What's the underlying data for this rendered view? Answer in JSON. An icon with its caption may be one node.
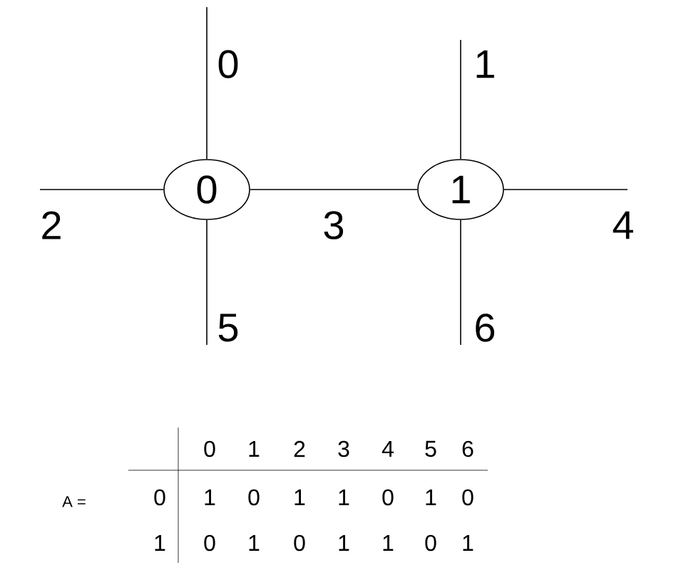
{
  "diagram": {
    "nodes": [
      {
        "text": [
          "0"
        ]
      },
      {
        "text": [
          "1"
        ]
      }
    ],
    "edges": [
      {
        "from": 0,
        "to": null,
        "arrow": "none",
        "label": "0"
      },
      {
        "from": 0,
        "to": null,
        "arrow": "none",
        "label": "2"
      },
      {
        "from": 0,
        "to": null,
        "arrow": "none",
        "label": "5"
      },
      {
        "from": 0,
        "to": 1,
        "arrow": "none",
        "label": "3"
      },
      {
        "from": 1,
        "to": null,
        "arrow": "none",
        "label": "1"
      },
      {
        "from": 1,
        "to": null,
        "arrow": "none",
        "label": "4"
      },
      {
        "from": 1,
        "to": null,
        "arrow": "none",
        "label": "6"
      }
    ],
    "labels": [
      "0",
      "1",
      "2",
      "3",
      "4",
      "5",
      "6",
      "A =",
      "0",
      "1",
      "0",
      "1",
      "1",
      "0",
      "1",
      "0",
      "1",
      "0",
      "1",
      "0",
      "1",
      "1",
      "0",
      "1"
    ]
  }
}
